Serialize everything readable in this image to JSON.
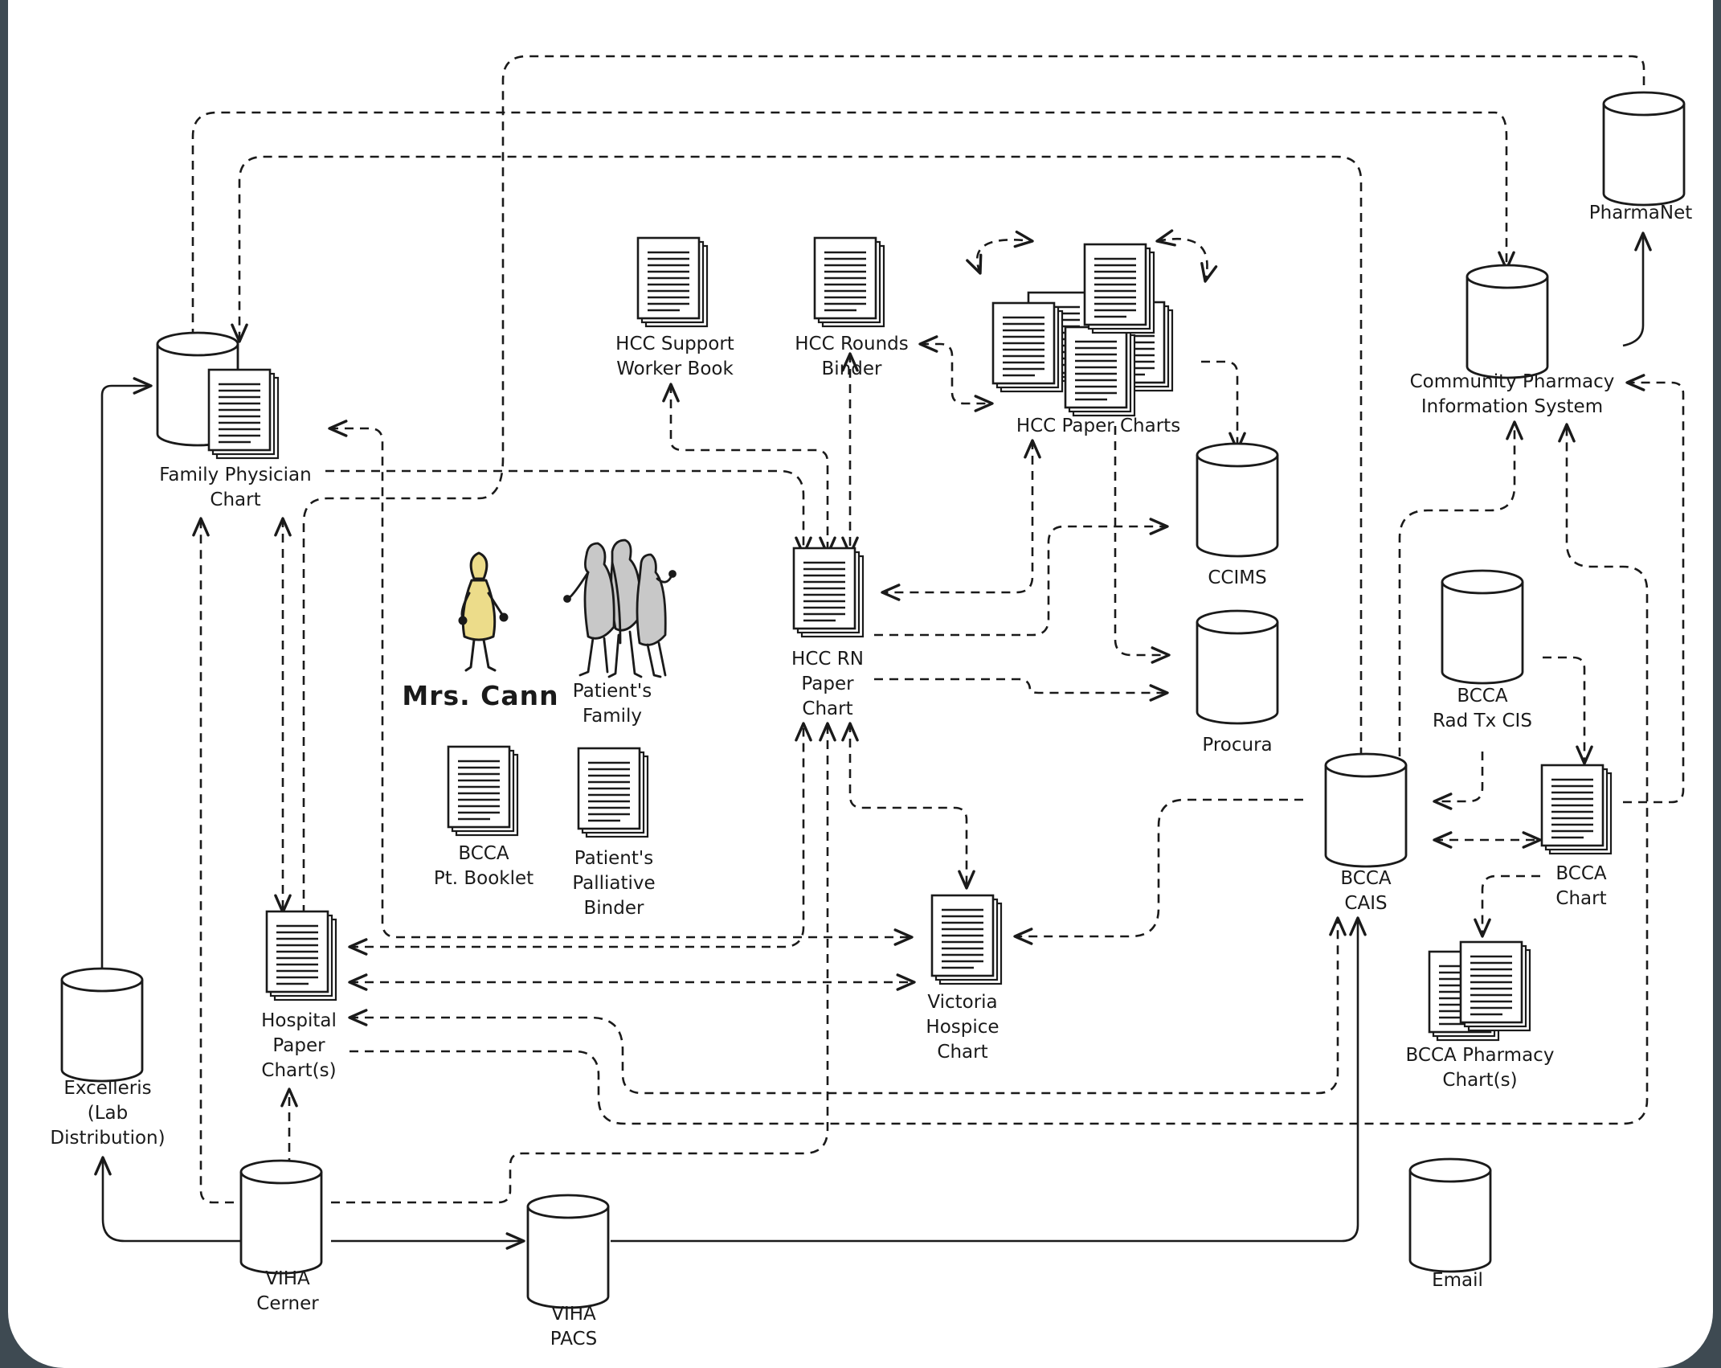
{
  "diagram": {
    "labels": {
      "family_physician_chart": "Family Physician\nChart",
      "hcc_support_worker_book": "HCC Support\nWorker Book",
      "hcc_rounds_binder": "HCC Rounds\nBinder",
      "hcc_paper_charts": "HCC Paper Charts",
      "pharmanet": "PharmaNet",
      "community_pharmacy_is": "Community Pharmacy\nInformation System",
      "ccims": "CCIMS",
      "procura": "Procura",
      "mrs_cann": "Mrs. Cann",
      "patients_family": "Patient's\nFamily",
      "hcc_rn_paper_chart": "HCC RN\nPaper\nChart",
      "bcca_rad_tx_cis": "BCCA\nRad Tx CIS",
      "bcca_pt_booklet": "BCCA\nPt. Booklet",
      "patients_palliative_binder": "Patient's\nPalliative\nBinder",
      "bcca_cais": "BCCA\nCAIS",
      "bcca_chart": "BCCA\nChart",
      "hospital_paper_charts": "Hospital\nPaper\nChart(s)",
      "victoria_hospice_chart": "Victoria\nHospice\nChart",
      "bcca_pharmacy_charts": "BCCA Pharmacy\nChart(s)",
      "excelleris": "Excelleris\n(Lab\nDistribution)",
      "viha_cerner": "VIHA\nCerner",
      "viha_pacs": "VIHA\nPACS",
      "email": "Email"
    },
    "colors": {
      "stroke": "#1a1a1a",
      "person_fill": "#ecdc8a",
      "family_fill": "#c8c8c8",
      "background": "#ffffff"
    }
  }
}
